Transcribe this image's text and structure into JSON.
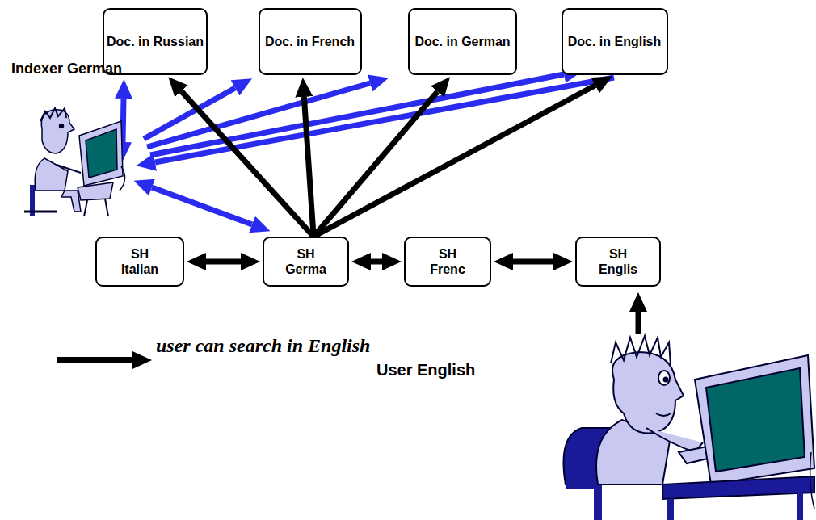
{
  "diagram": {
    "nodes": [
      {
        "text": [
          "Doc. in Russian"
        ]
      },
      {
        "text": [
          "Doc. in French"
        ]
      },
      {
        "text": [
          "Doc. in German"
        ]
      },
      {
        "text": [
          "Doc. in English"
        ]
      },
      {
        "text": [
          "SH Italian"
        ]
      },
      {
        "text": [
          "SH Germa"
        ]
      },
      {
        "text": [
          "SH Frenc"
        ]
      },
      {
        "text": [
          "SH Englis"
        ]
      }
    ],
    "edges": [
      {
        "from": 5,
        "to": 0,
        "arrow": "to"
      },
      {
        "from": 5,
        "to": 1,
        "arrow": "to"
      },
      {
        "from": 5,
        "to": 2,
        "arrow": "to"
      },
      {
        "from": 5,
        "to": 3,
        "arrow": "to"
      },
      {
        "from": 4,
        "to": 5,
        "arrow": "both"
      },
      {
        "from": 5,
        "to": 6,
        "arrow": "both"
      },
      {
        "from": 6,
        "to": 7,
        "arrow": "both"
      }
    ],
    "labels": [
      "Indexer German",
      "User English"
    ],
    "legend": [
      {
        "text": "user can search in English"
      }
    ]
  }
}
